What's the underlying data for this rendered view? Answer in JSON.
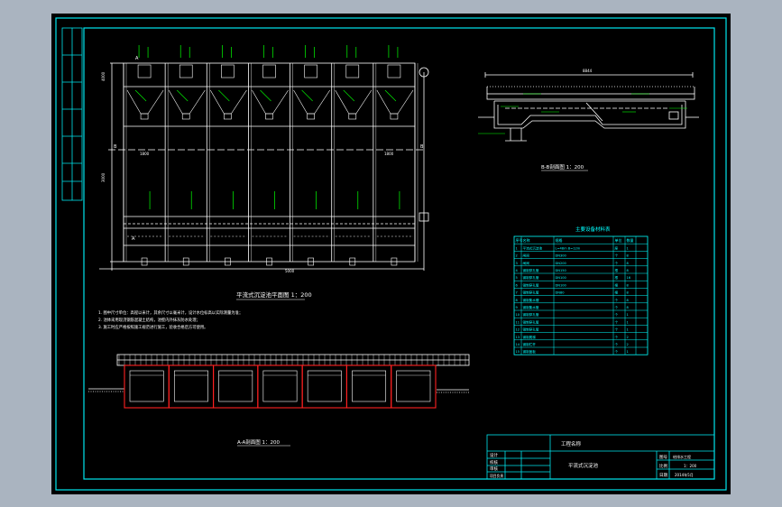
{
  "colors": {
    "background": "#aab4c0",
    "sheet": "#000000",
    "frame": "#00e5ee",
    "drawing": "#ffffff",
    "annotation": "#00ff00",
    "section_wall": "#ff2020",
    "table": "#00ffff"
  },
  "plan_view": {
    "title": "平流式沉淀池平面图 1：200",
    "dims": [
      "4000",
      "1800",
      "1800",
      "3000",
      "5000"
    ],
    "section_markers": [
      "A",
      "A",
      "B",
      "B"
    ]
  },
  "notes": [
    "1. 图中尺寸单位：高程以米计，其余尺寸以毫米计，设计水位标高以实际测量为准；",
    "2. 池体采用现浇钢筋混凝土结构，池壁内外抹灰防水处理；",
    "3. 施工时应严格按照施工规范进行施工，验收合格后方可使用。"
  ],
  "section_aa": {
    "title": "A-A剖面图 1：200"
  },
  "section_bb": {
    "title": "B-B剖面图 1：200",
    "dim_top": "8844"
  },
  "material_table": {
    "title": "主要设备材料表",
    "headers": [
      "序号",
      "名称",
      "规格",
      "单位",
      "数量"
    ],
    "rows": [
      [
        "1",
        "平流式沉淀池",
        "L=48m B=12m",
        "座",
        "1"
      ],
      [
        "2",
        "闸阀",
        "DN300",
        "个",
        "8"
      ],
      [
        "3",
        "闸阀",
        "DN200",
        "个",
        "8"
      ],
      [
        "4",
        "钢制穿孔管",
        "DN150",
        "根",
        "8"
      ],
      [
        "5",
        "钢制穿孔管",
        "DN100",
        "根",
        "16"
      ],
      [
        "6",
        "钢制穿孔管",
        "DN100",
        "根",
        "8"
      ],
      [
        "7",
        "钢制穿孔管",
        "DN80",
        "根",
        "8"
      ],
      [
        "8",
        "钢制集水槽",
        "",
        "个",
        "8"
      ],
      [
        "9",
        "钢制集水管",
        "",
        "个",
        "8"
      ],
      [
        "10",
        "钢制穿孔管",
        "",
        "个",
        "1"
      ],
      [
        "11",
        "钢制穿孔管",
        "",
        "个",
        "1"
      ],
      [
        "12",
        "钢制穿孔管",
        "",
        "个",
        "1"
      ],
      [
        "13",
        "钢制爬梯",
        "",
        "个",
        "2"
      ],
      [
        "14",
        "钢制栏杆",
        "",
        "个",
        "2"
      ],
      [
        "15",
        "钢制盖板",
        "",
        "个",
        "1"
      ]
    ]
  },
  "title_block": {
    "project_name": "工程名称",
    "drawing_title": "平流式沉淀池",
    "left_labels": [
      "设计",
      "校核",
      "审核",
      "项目负责"
    ],
    "right_labels": [
      "图号",
      "比例",
      "日期"
    ],
    "right_values": [
      "给排水工程",
      "1：200",
      "2014年5月"
    ]
  }
}
